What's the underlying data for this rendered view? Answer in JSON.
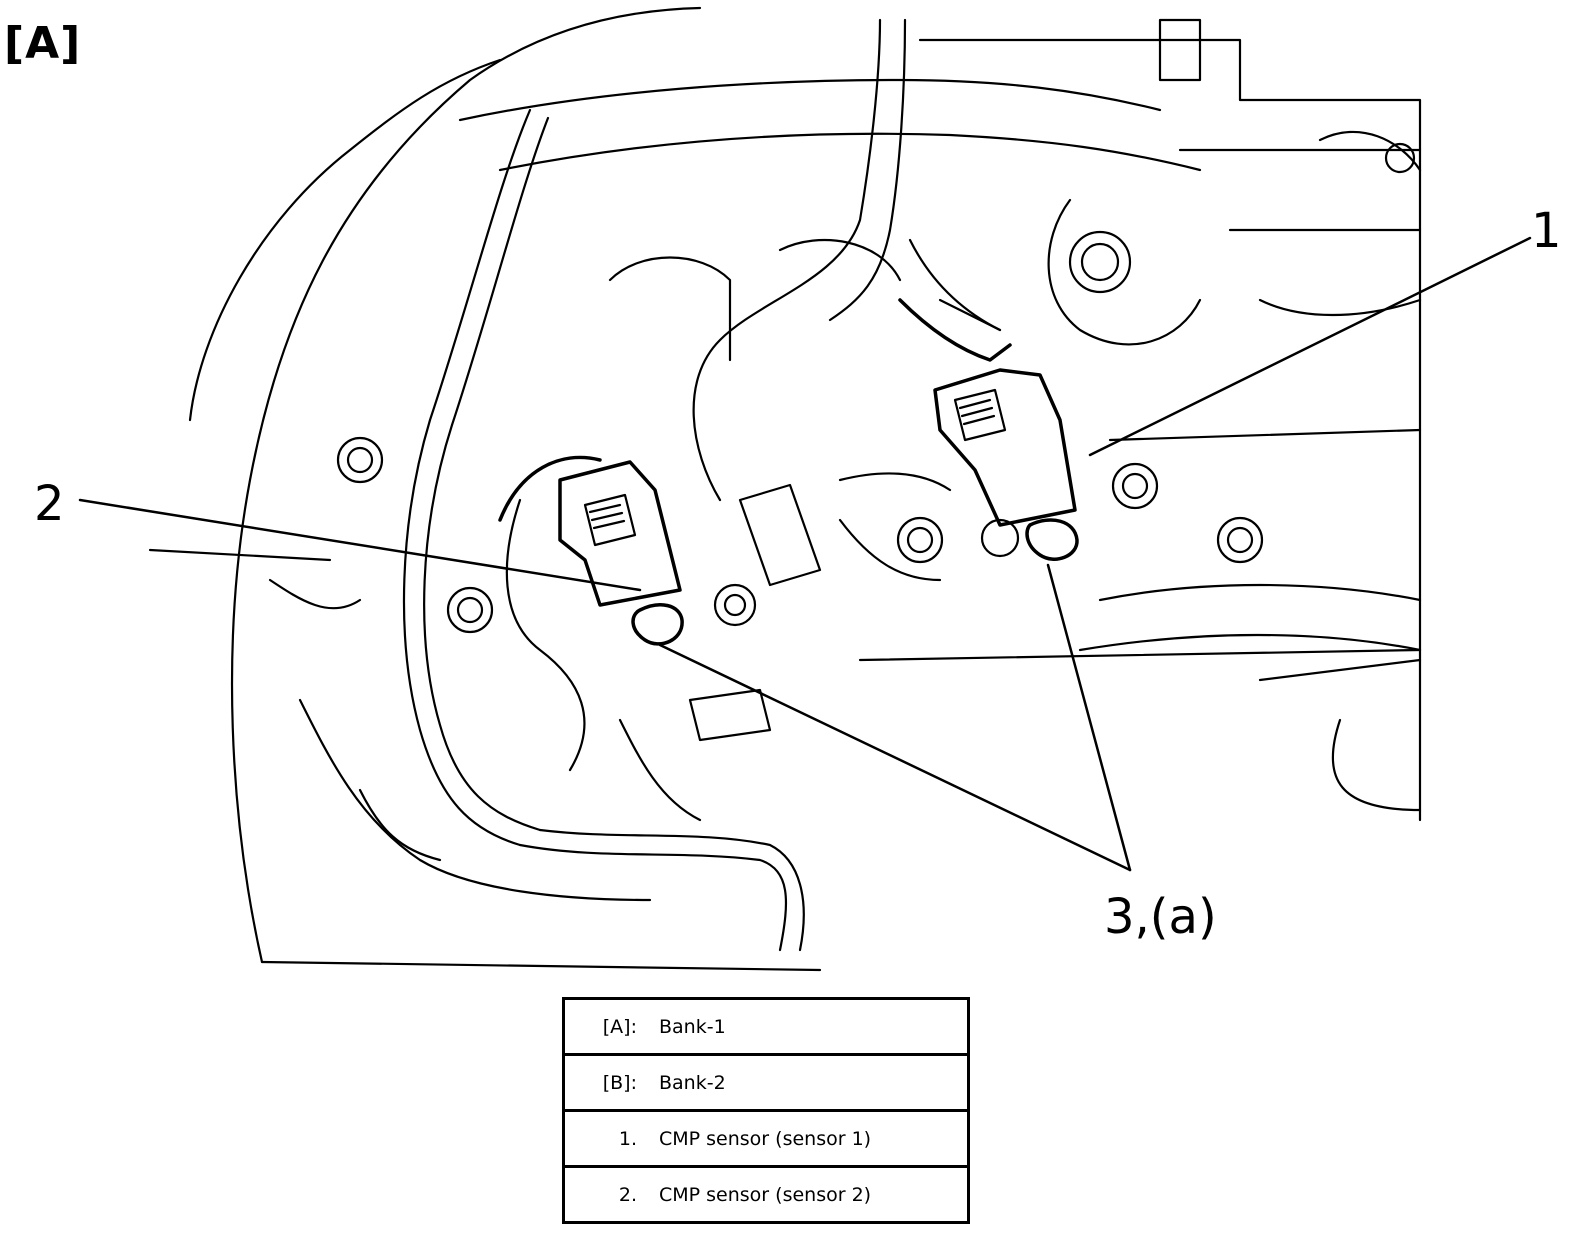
{
  "figure": {
    "view_label": "[A]",
    "callouts": {
      "c1": "1",
      "c2": "2",
      "c3": "3,(a)"
    }
  },
  "legend": {
    "rows": [
      {
        "key": "[A]:",
        "value": "Bank-1"
      },
      {
        "key": "[B]:",
        "value": "Bank-2"
      },
      {
        "key": "1.",
        "value": "CMP sensor (sensor 1)"
      },
      {
        "key": "2.",
        "value": "CMP sensor (sensor 2)"
      }
    ]
  }
}
